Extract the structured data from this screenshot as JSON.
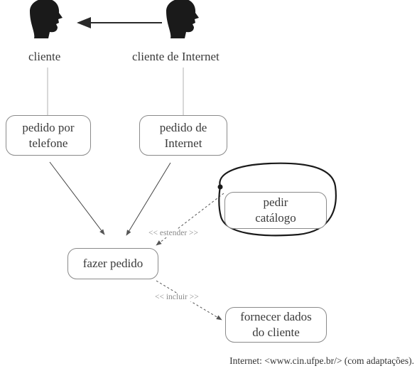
{
  "actors": [
    {
      "id": "cliente",
      "label": "cliente",
      "icon": "person-head-icon"
    },
    {
      "id": "cliente_internet",
      "label": "cliente de Internet",
      "icon": "person-head-icon"
    }
  ],
  "use_cases": [
    {
      "id": "pedido_telefone",
      "lines": [
        "pedido por",
        "telefone"
      ]
    },
    {
      "id": "pedido_internet",
      "lines": [
        "pedido de",
        "Internet"
      ]
    },
    {
      "id": "pedir_catalogo",
      "lines": [
        "pedir",
        "catálogo"
      ]
    },
    {
      "id": "fazer_pedido",
      "lines": [
        "fazer pedido"
      ]
    },
    {
      "id": "fornecer_dados",
      "lines": [
        "fornecer dados",
        "do cliente"
      ]
    }
  ],
  "relations": [
    {
      "type": "generalization",
      "from": "cliente_internet",
      "to": "cliente"
    },
    {
      "type": "association",
      "from": "cliente",
      "to": "pedido_telefone"
    },
    {
      "type": "association",
      "from": "cliente_internet",
      "to": "pedido_internet"
    },
    {
      "type": "dependency",
      "from": "pedido_telefone",
      "to": "fazer_pedido"
    },
    {
      "type": "dependency",
      "from": "pedido_internet",
      "to": "fazer_pedido"
    },
    {
      "type": "extend",
      "from": "pedir_catalogo",
      "to": "fazer_pedido",
      "label": "<< estender >>"
    },
    {
      "type": "include",
      "from": "fazer_pedido",
      "to": "fornecer_dados",
      "label": "<< incluir >>"
    }
  ],
  "source": "Internet: <www.cin.ufpe.br/> (com adaptações)."
}
